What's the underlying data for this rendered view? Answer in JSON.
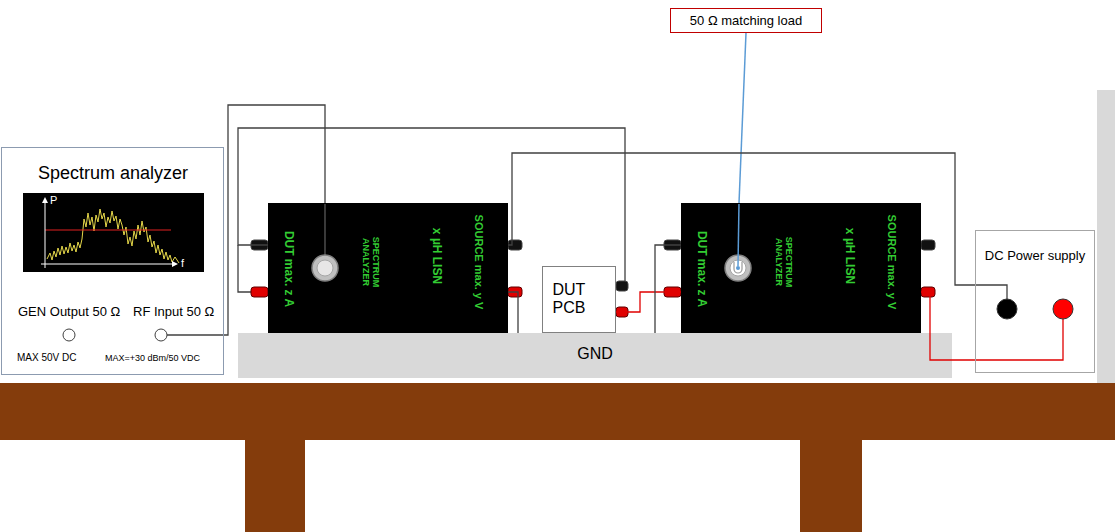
{
  "diagram": {
    "nodes": [
      {
        "text": [
          "50 Ω matching load"
        ]
      },
      {
        "text": [
          "Spectrum analyzer",
          "GEN Output 50 Ω",
          "RF Input 50 Ω",
          "MAX 50V DC",
          "MAX=+30 dBm/50 VDC"
        ]
      },
      {
        "text": [
          "DUT max. z A",
          "SPECTRUM ANALYZER",
          "x µH LISN",
          "SOURCE max. y V"
        ]
      },
      {
        "text": [
          "DUT PCB"
        ]
      },
      {
        "text": [
          "DUT max. z A",
          "SPECTRUM ANALYZER",
          "x µH LISN",
          "SOURCE max. y V"
        ]
      },
      {
        "text": [
          "DC Power supply"
        ]
      },
      {
        "text": [
          "GND"
        ]
      }
    ],
    "edges": [
      {
        "from": 0,
        "to": 4,
        "arrow": "none"
      },
      {
        "from": 1,
        "to": 2,
        "arrow": "none"
      },
      {
        "from": 3,
        "to": 2,
        "arrow": "none"
      },
      {
        "from": 2,
        "to": 5,
        "arrow": "none"
      },
      {
        "from": 2,
        "to": 6,
        "arrow": "none"
      },
      {
        "from": 3,
        "to": 4,
        "arrow": "none"
      },
      {
        "from": 4,
        "to": 6,
        "arrow": "none"
      },
      {
        "from": 4,
        "to": 5,
        "arrow": "none"
      }
    ],
    "labels": [
      "P",
      "f"
    ]
  }
}
